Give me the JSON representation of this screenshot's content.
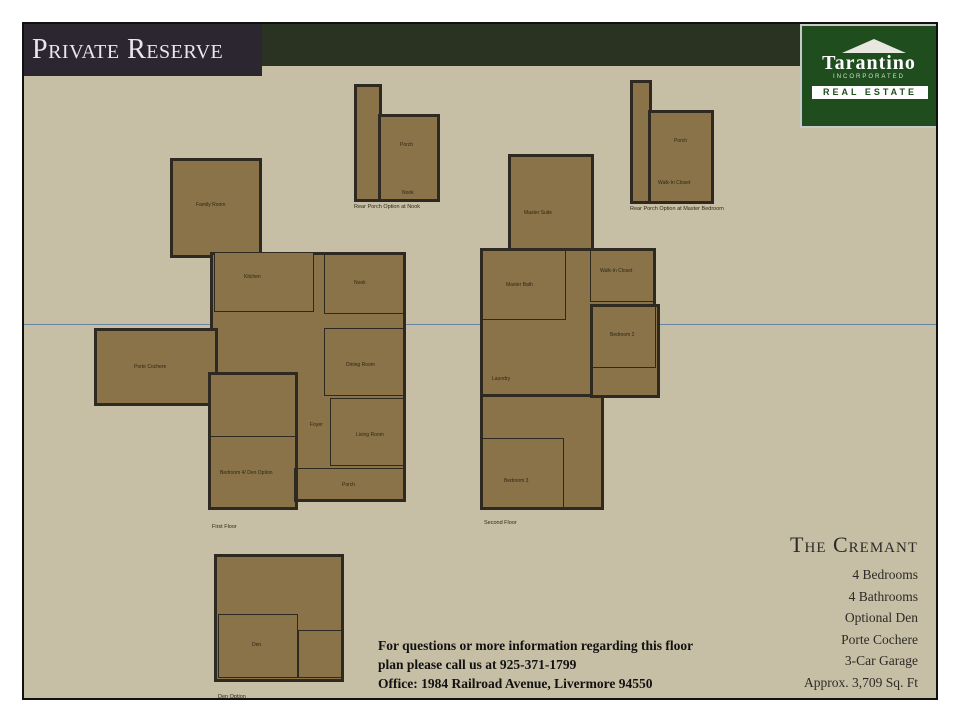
{
  "header": {
    "brand": "Private Reserve"
  },
  "logo": {
    "name": "Tarantino",
    "incorporated": "INCORPORATED",
    "subtitle": "REAL ESTATE"
  },
  "first_floor": {
    "caption": "First Floor",
    "rooms": {
      "family": "Family Room",
      "kitchen": "Kitchen",
      "nook": "Nook",
      "dining": "Dining Room",
      "living": "Living Room",
      "foyer": "Foyer",
      "bedroom4": "Bedroom 4/ Den Option",
      "porch": "Porch",
      "porte": "Porte Cochere"
    }
  },
  "rear_porch_nook": {
    "caption": "Rear Porch Option at Nook",
    "porch": "Porch",
    "nook": "Nook"
  },
  "second_floor": {
    "caption": "Second Floor",
    "rooms": {
      "master_suite": "Master Suite",
      "master_bath": "Master Bath",
      "walk_in": "Walk-In Closet",
      "bedroom2": "Bedroom 2",
      "bedroom3": "Bedroom 3",
      "laundry": "Laundry"
    }
  },
  "rear_porch_master": {
    "caption": "Rear Porch Option at Master Bedroom",
    "porch": "Porch",
    "walk_in": "Walk-In Closet"
  },
  "den_option": {
    "caption": "Den Option",
    "den": "Den"
  },
  "model": {
    "name": "The Cremant",
    "features": [
      "4 Bedrooms",
      "4 Bathrooms",
      "Optional Den",
      "Porte Cochere",
      "3-Car Garage",
      "Approx. 3,709 Sq. Ft"
    ]
  },
  "contact": {
    "line1": "For questions or more information regarding this floor",
    "line2": "plan please call us at 925-371-1799",
    "line3": "Office: 1984 Railroad Avenue, Livermore 94550"
  },
  "colors": {
    "background": "#c7bfa5",
    "plan_fill": "#8a7349",
    "header_band": "#2a3222",
    "logo_green": "#1f4d1e"
  }
}
